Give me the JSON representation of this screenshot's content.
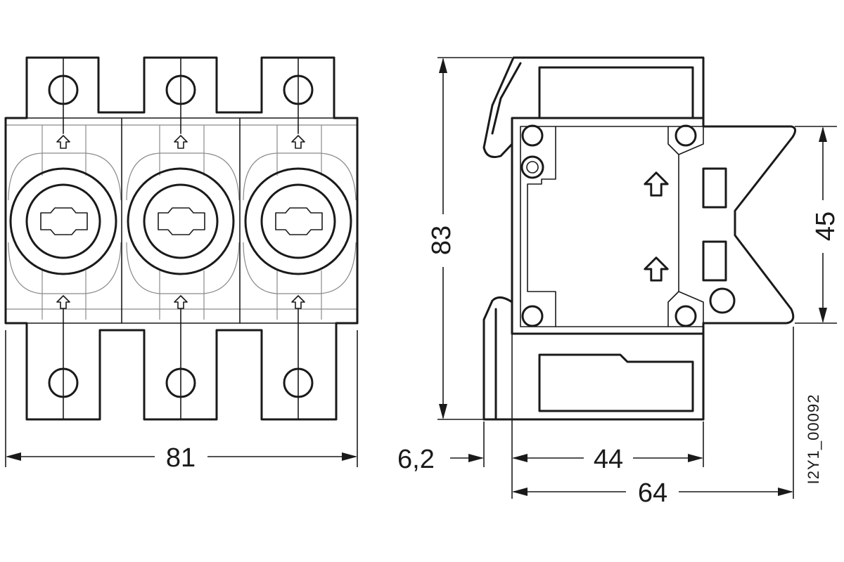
{
  "drawing": {
    "dimensions": {
      "front_width": "81",
      "side_height": "83",
      "mount_height": "45",
      "offset": "6,2",
      "body_depth": "44",
      "total_depth": "64"
    },
    "drawing_code": "I2Y1_00092"
  }
}
